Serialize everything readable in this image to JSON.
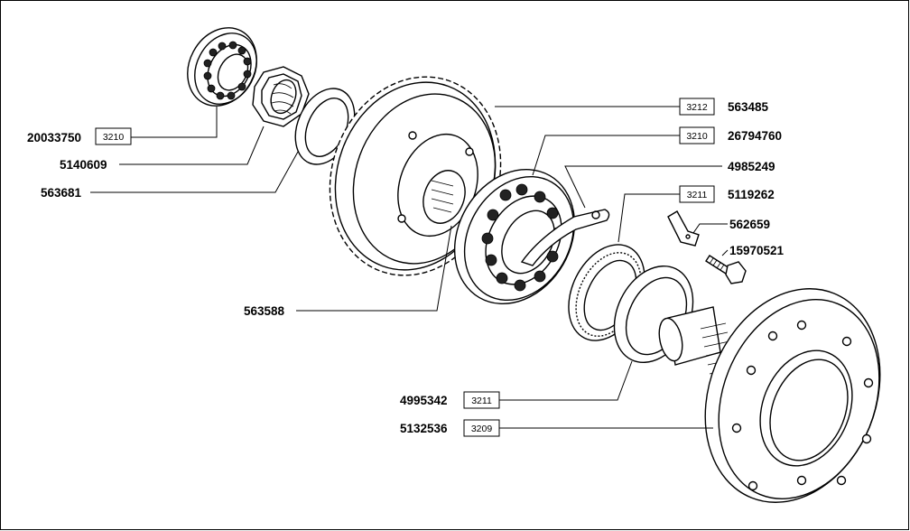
{
  "callouts": [
    {
      "id": "c1",
      "part": "20033750",
      "ref": "3210"
    },
    {
      "id": "c2",
      "part": "5140609",
      "ref": ""
    },
    {
      "id": "c3",
      "part": "563681",
      "ref": ""
    },
    {
      "id": "c4",
      "part": "563588",
      "ref": ""
    },
    {
      "id": "c5",
      "part": "563485",
      "ref": "3212"
    },
    {
      "id": "c6",
      "part": "26794760",
      "ref": "3210"
    },
    {
      "id": "c7",
      "part": "4985249",
      "ref": ""
    },
    {
      "id": "c8",
      "part": "5119262",
      "ref": "3211"
    },
    {
      "id": "c9",
      "part": "562659",
      "ref": ""
    },
    {
      "id": "c10",
      "part": "15970521",
      "ref": ""
    },
    {
      "id": "c11",
      "part": "4995342",
      "ref": "3211"
    },
    {
      "id": "c12",
      "part": "5132536",
      "ref": "3209"
    }
  ],
  "parts": {
    "bearing_small": "bearing-icon",
    "nut": "hex-nut-icon",
    "washer": "washer-icon",
    "gear": "gear-icon",
    "bearing_large": "bearing-icon",
    "lock_plate": "lock-plate-icon",
    "seal": "seal-ring-icon",
    "bracket": "bracket-icon",
    "bolt": "bolt-icon",
    "spacer_ring": "ring-icon",
    "flange_shaft": "flange-icon"
  }
}
